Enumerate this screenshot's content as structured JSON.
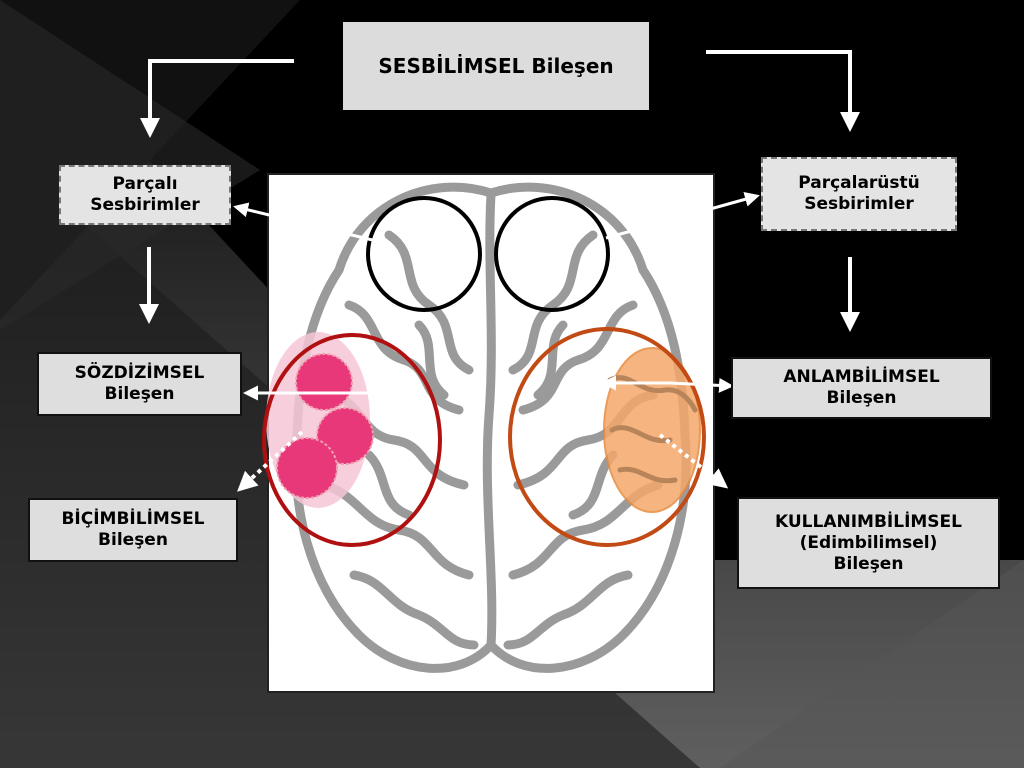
{
  "title": "SESBİLİMSEL Bileşen",
  "nodes": {
    "parcali": "Parçalı\nSesbirimler",
    "parcalarustu": "Parçalarüstü\nSesbirimler",
    "sozdizimsel": "SÖZDİZİMSEL\nBileşen",
    "anlambilimsel": "ANLAMBİLİMSEL\nBileşen",
    "bicimbilimsel": "BİÇİMBİLİMSEL\nBileşen",
    "kullanimbilimsel": "KULLANIMBİLİMSEL\n(Edimbilimsel)\nBileşen"
  },
  "colors": {
    "background": "#000000",
    "box_fill": "#dedede",
    "brain_outline": "#9a9a9a",
    "circle_black": "#000000",
    "ellipse_red": "#b01010",
    "ellipse_orange": "#c24a14",
    "highlight_pink": "#e8387a",
    "highlight_orange": "#f5a86a",
    "arrow": "#ffffff"
  }
}
